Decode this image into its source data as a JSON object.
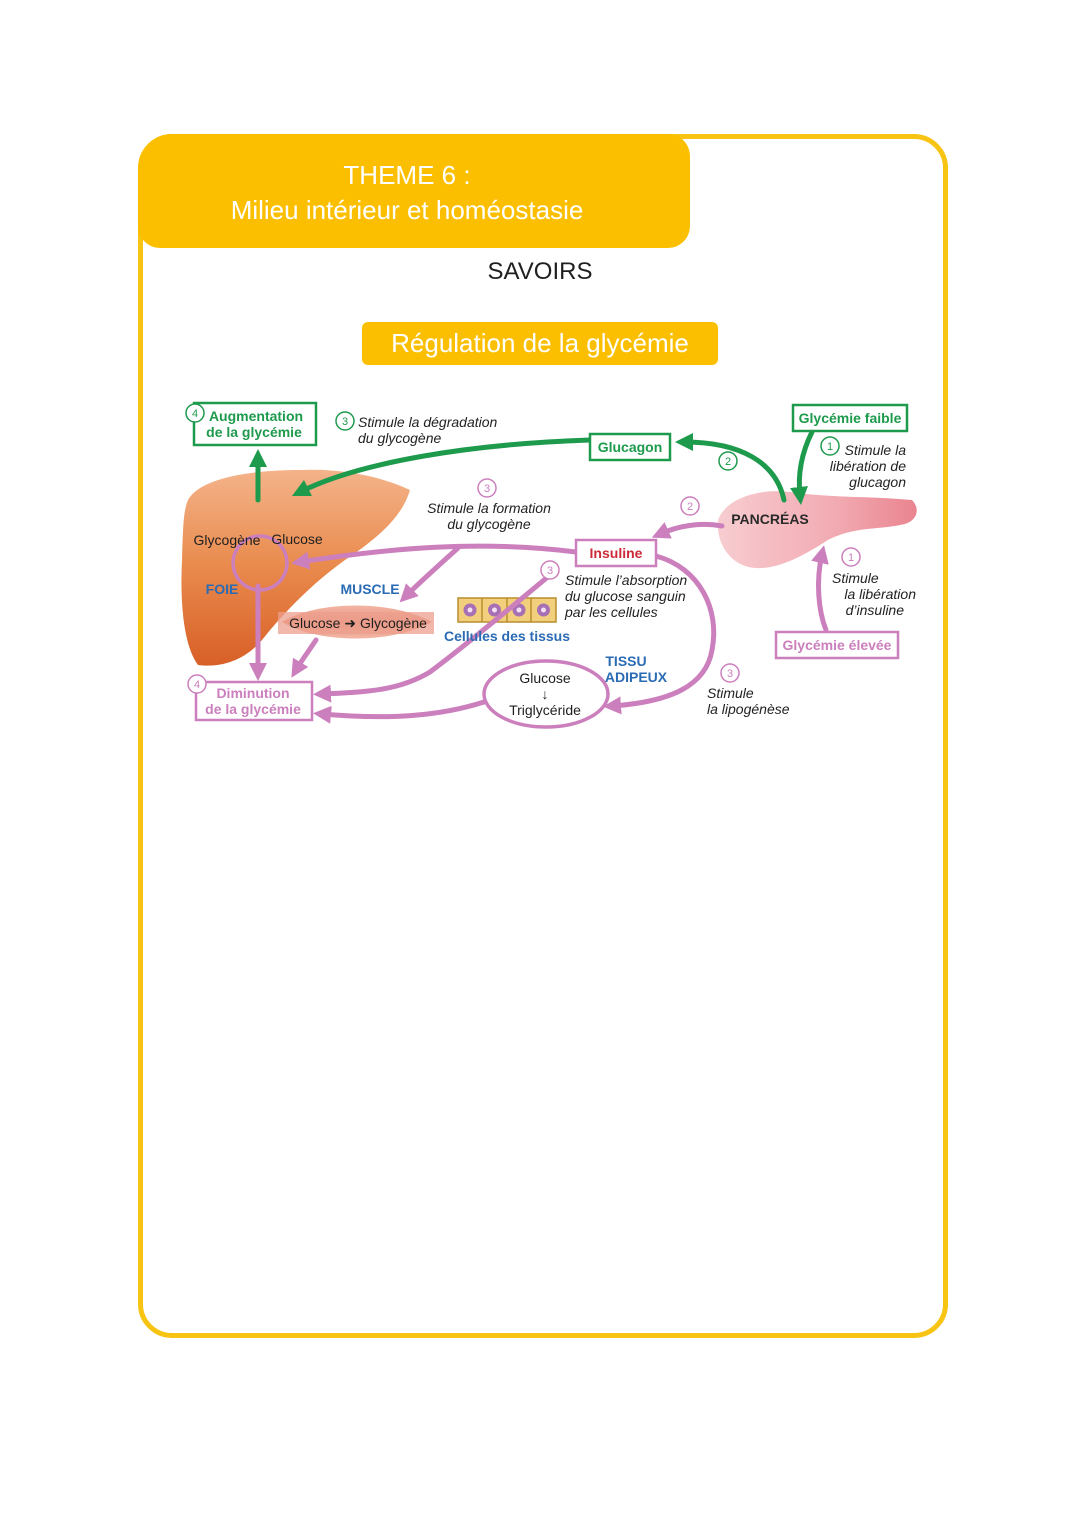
{
  "header": {
    "theme_line1": "THEME 6 :",
    "theme_line2": "Milieu intérieur et homéostasie",
    "section": "SAVOIRS",
    "subtitle": "Régulation de la glycémie"
  },
  "colors": {
    "accent_yellow": "#fcbf00",
    "border_yellow": "#f7c414",
    "green": "#1e9a4d",
    "pink": "#cc7fbd",
    "blue_label": "#2a6bb4",
    "red_label": "#cc2a38",
    "liver_orange": "#e2773a",
    "muscle_salmon": "#e99884",
    "pancreas_pink": "#f3b4bc"
  },
  "diagram": {
    "augmentation": {
      "num": "4",
      "line1": "Augmentation",
      "line2": "de la glycémie"
    },
    "diminution": {
      "num": "4",
      "line1": "Diminution",
      "line2": "de la glycémie"
    },
    "stim_degradation": {
      "num": "3",
      "line1": "Stimule la dégradation",
      "line2": "du glycogène"
    },
    "glucagon": "Glucagon",
    "glucagon_num": "2",
    "glycemie_faible": "Glycémie faible",
    "stim_lib_glucagon": {
      "num": "1",
      "line1": "Stimule la",
      "line2": "libération de",
      "line3": "glucagon"
    },
    "stim_formation": {
      "num": "3",
      "line1": "Stimule la formation",
      "line2": "du glycogène"
    },
    "insuline_num": "2",
    "pancreas": "PANCRÉAS",
    "glycogene": "Glycogène",
    "glucose": "Glucose",
    "foie": "FOIE",
    "insuline": "Insuline",
    "muscle": "MUSCLE",
    "muscle_reaction": "Glucose ➜ Glycogène",
    "absorption": {
      "num": "3",
      "line1": "Stimule l’absorption",
      "line2": "du glucose sanguin",
      "line3": "par les cellules"
    },
    "cellules": "Cellules des tissus",
    "stim_lib_insuline": {
      "num": "1",
      "line1": "Stimule",
      "line2": "la libération",
      "line3": "d’insuline"
    },
    "glycemie_elevee": "Glycémie élevée",
    "tissu": "TISSU",
    "adipeux": "ADIPEUX",
    "adipose_glucose": "Glucose",
    "adipose_arrow": "↓",
    "triglyceride": "Triglycéride",
    "lipogenese": {
      "num": "3",
      "line1": "Stimule",
      "line2": "la lipogénèse"
    }
  }
}
